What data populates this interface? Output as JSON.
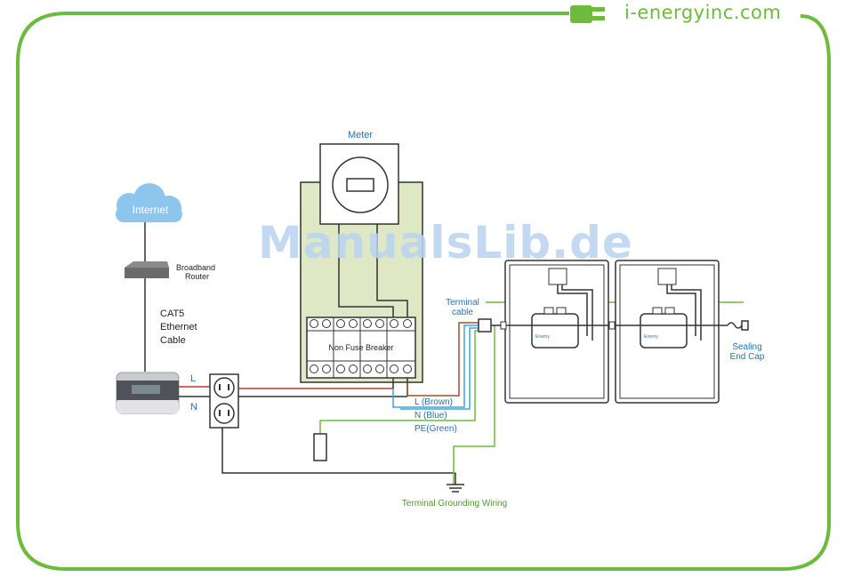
{
  "brand": {
    "site": "i-energyinc.com",
    "accent_color": "#6cbb3c",
    "icon": "plug-icon"
  },
  "watermark": "ManualsLib.de",
  "diagram": {
    "meter_label": "Meter",
    "internet_label": "Internet",
    "router_label_line1": "Broadband",
    "router_label_line2": "Router",
    "cat5_line1": "CAT5",
    "cat5_line2": "Ethernet",
    "cat5_line3": "Cable",
    "monitor_l": "L",
    "monitor_n": "N",
    "breaker_label": "Non Fuse Breaker",
    "terminal_cable_line1": "Terminal",
    "terminal_cable_line2": "cable",
    "wire_l": "L (Brown)",
    "wire_n": "N (Blue)",
    "wire_pe": "PE(Green)",
    "grounding_label": "Terminal Grounding Wiring",
    "end_cap_line1": "Sealing",
    "end_cap_line2": "End Cap",
    "inverter_logo": "Enerny"
  },
  "colors": {
    "brown": "#a0522d",
    "blue": "#3aa6de",
    "green": "#6cbb3c",
    "red": "#c0392b",
    "meter_box": "#dfe8c4",
    "label_blue": "#2a6fb5",
    "label_green": "#4f9a2a"
  }
}
